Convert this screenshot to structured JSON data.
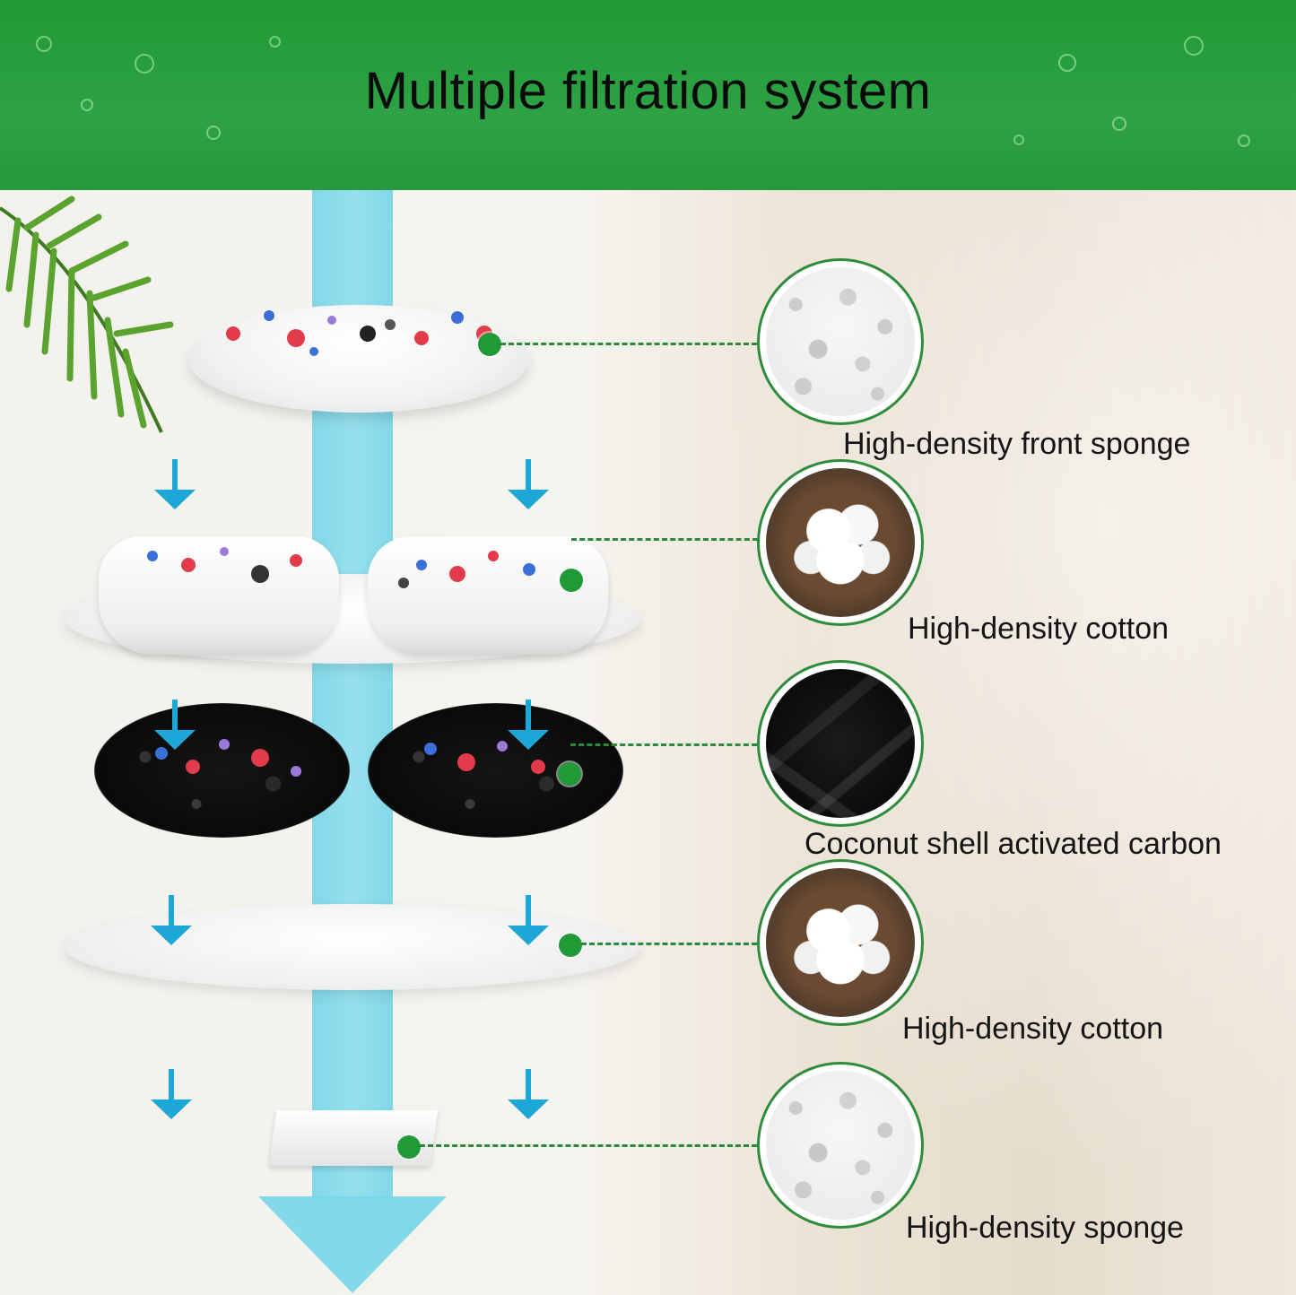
{
  "title": "Multiple filtration system",
  "colors": {
    "banner": "#2ea244",
    "stream": "#8cdeee",
    "arrow": "#1da7d6",
    "connector": "#2a8a3a",
    "dot": "#1f9a36"
  },
  "layers": [
    {
      "label": "High-density front sponge",
      "texture": "sponge"
    },
    {
      "label": "High-density cotton",
      "texture": "cotton"
    },
    {
      "label": "Coconut shell activated carbon",
      "texture": "carbon"
    },
    {
      "label": "High-density cotton",
      "texture": "cotton"
    },
    {
      "label": "High-density sponge",
      "texture": "sponge"
    }
  ],
  "icons": [
    "down-arrow-icon",
    "palm-leaf-icon",
    "water-stream-arrow-icon"
  ]
}
